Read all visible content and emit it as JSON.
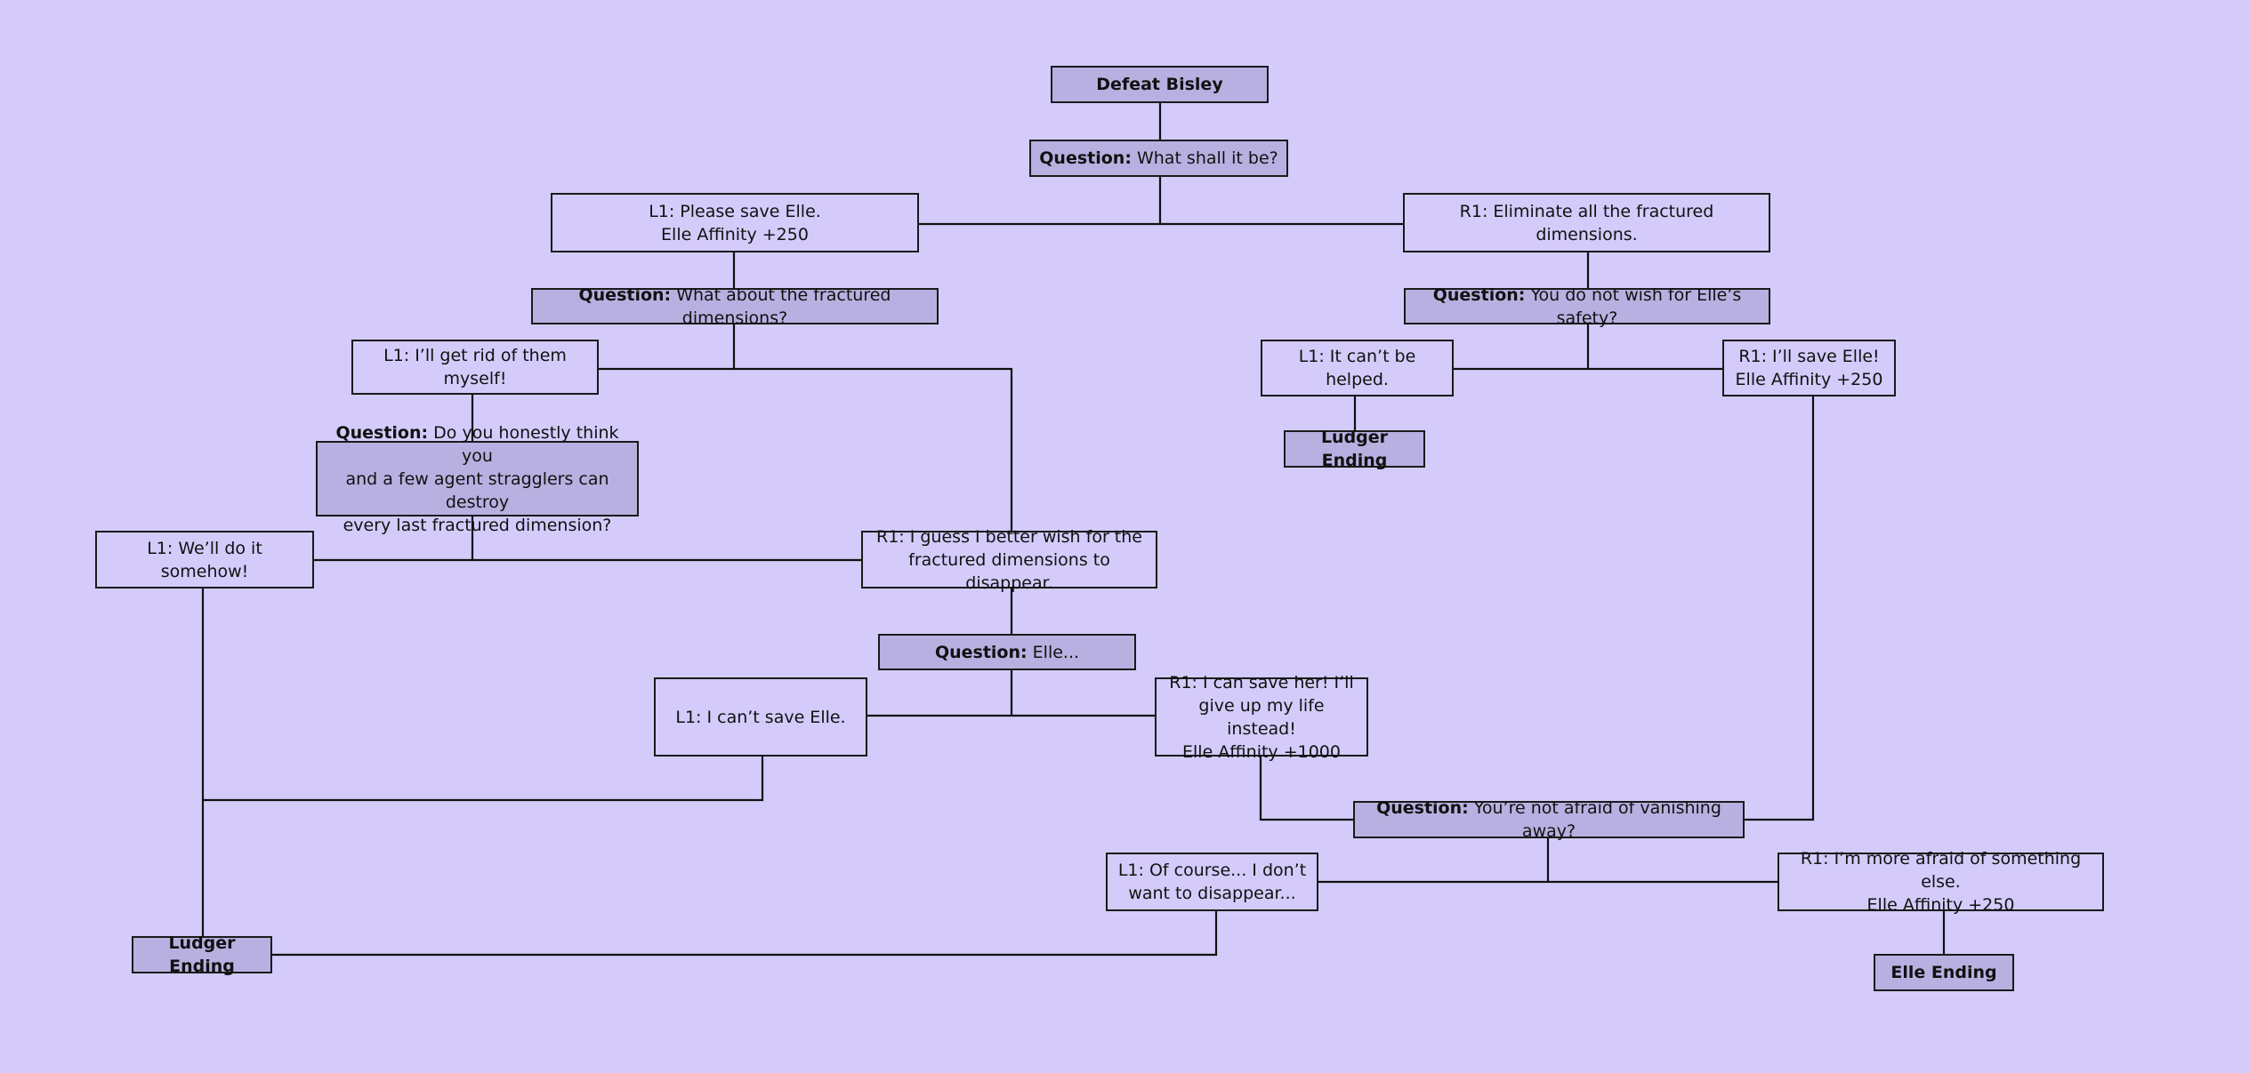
{
  "question_prefix": "Question:",
  "nodes": {
    "start": [
      "Defeat Bisley"
    ],
    "q1": [
      "What shall it be?"
    ],
    "a_l1": [
      "L1: Please save Elle.",
      "Elle Affinity +250"
    ],
    "a_r1": [
      "R1: Eliminate all the fractured dimensions."
    ],
    "q_frac": [
      "What about the fractured dimensions?"
    ],
    "q_safety": [
      "You do not wish for Elle’s safety?"
    ],
    "b_l1": [
      "L1: I’ll get rid of them myself!"
    ],
    "s_l1": [
      "L1: It can’t be helped."
    ],
    "s_r1": [
      "R1: I’ll save Elle!",
      "Elle Affinity +250"
    ],
    "ludger_end_1": [
      "Ludger Ending"
    ],
    "q_honest": [
      "Do you honestly think you",
      "and a few agent stragglers can destroy",
      "every last fractured dimension?"
    ],
    "c_l1": [
      "L1: We’ll do it somehow!"
    ],
    "c_r1": [
      "R1: I guess I better wish for the",
      "fractured dimensions to disappear."
    ],
    "q_elle": [
      "Elle..."
    ],
    "d_l1": [
      "L1: I can’t save Elle."
    ],
    "d_r1": [
      "R1: I can save her! I’ll",
      "give up my life instead!",
      "Elle Affinity +1000"
    ],
    "q_vanish": [
      "You’re not afraid of vanishing away?"
    ],
    "e_l1": [
      "L1: Of course... I don’t",
      "want to disappear..."
    ],
    "e_r1": [
      "R1: I’m more afraid of something else.",
      "Elle Affinity +250"
    ],
    "ludger_end_2": [
      "Ludger Ending"
    ],
    "elle_end": [
      "Elle Ending"
    ]
  }
}
